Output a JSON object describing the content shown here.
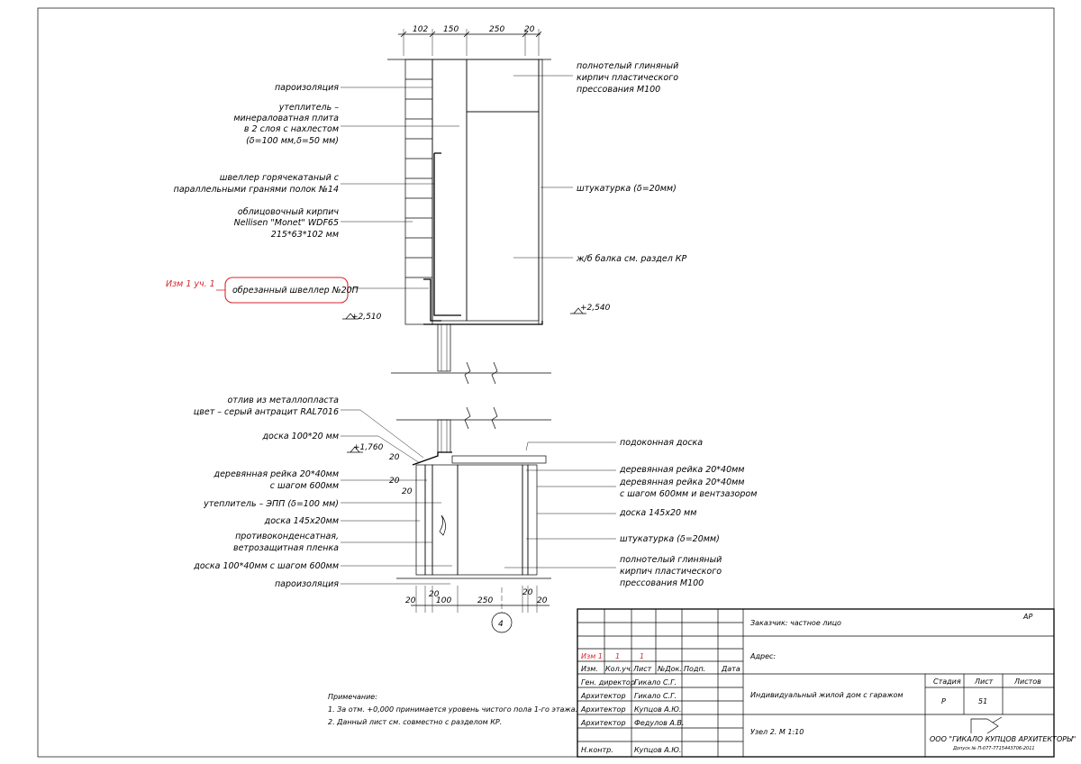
{
  "dimensions_top": [
    "102",
    "150",
    "250",
    "20"
  ],
  "dimensions_bottom": [
    "20",
    "20",
    "100",
    "250",
    "20",
    "20"
  ],
  "dims_side": [
    "20",
    "20",
    "20"
  ],
  "levels": [
    "+2,510",
    "+2,540",
    "+1,760"
  ],
  "labels_left_top": [
    [
      "пароизоляция"
    ],
    [
      "утеплитель –",
      "минераловатная плита",
      "в 2 слоя с нахлестом",
      "(δ=100 мм,δ=50 мм)"
    ],
    [
      "швеллер горячекатаный с",
      "параллельными гранями полок №14"
    ],
    [
      "облицовочный кирпич",
      "Nellisen \"Monet\" WDF65",
      "215*63*102 мм"
    ]
  ],
  "revision": {
    "mark": "Изм 1 уч. 1",
    "text": "обрезанный швеллер №20П"
  },
  "labels_right_top": [
    [
      "полнотелый глиняный",
      "кирпич пластического",
      "прессования М100"
    ],
    [
      "штукатурка (δ=20мм)"
    ],
    [
      "ж/б балка см. раздел КР"
    ]
  ],
  "labels_left_bottom": [
    [
      "отлив из металлопласта",
      "цвет – серый антрацит RAL7016"
    ],
    [
      "доска 100*20 мм"
    ],
    [
      "деревянная рейка 20*40мм",
      "с шагом 600мм"
    ],
    [
      "утеплитель – ЭПП (δ=100 мм)"
    ],
    [
      "доска 145х20мм"
    ],
    [
      "противоконденсатная,",
      "ветрозащитная пленка"
    ],
    [
      "доска 100*40мм с шагом 600мм"
    ],
    [
      "пароизоляция"
    ]
  ],
  "labels_right_bottom": [
    [
      "подоконная доска"
    ],
    [
      "деревянная рейка 20*40мм"
    ],
    [
      "деревянная рейка 20*40мм",
      "с шагом 600мм и вентзазором"
    ],
    [
      "доска 145х20 мм"
    ],
    [
      "штукатурка (δ=20мм)"
    ],
    [
      "полнотелый глиняный",
      "кирпич пластического",
      "прессования М100"
    ]
  ],
  "axis_marker": "4",
  "notes": {
    "title": "Примечание:",
    "items": [
      "1.   За отм. +0,000 принимается уровень чистого пола 1-го этажа.",
      "2.   Данный лист см. совместно с разделом КР."
    ]
  },
  "title_block": {
    "customer": "Заказчик: частное лицо",
    "stage_code": "АР",
    "address": "Адрес:",
    "revision_row": [
      "Изм 1",
      "1",
      "1"
    ],
    "header_row": [
      "Изм.",
      "Кол.уч.",
      "Лист",
      "№Док.",
      "Подп.",
      "Дата"
    ],
    "staff": [
      [
        "Ген. директор",
        "Гикало С.Г."
      ],
      [
        "Архитектор",
        "Гикало С.Г."
      ],
      [
        "Архитектор",
        "Купцов А.Ю."
      ],
      [
        "Архитектор",
        "Федулов А.В."
      ],
      [
        "",
        ""
      ],
      [
        "Н.контр.",
        "Купцов А.Ю."
      ]
    ],
    "project": "Индивидуальный жилой дом с гаражом",
    "sheet_headers": [
      "Стадия",
      "Лист",
      "Листов"
    ],
    "sheet_values": [
      "Р",
      "51",
      ""
    ],
    "drawing": "Узел 2.  М 1:10",
    "company": "ООО \"ГИКАЛО КУПЦОВ АРХИТЕКТОРЫ\"",
    "license": "Допуск № П-077-7715443706-2011"
  }
}
